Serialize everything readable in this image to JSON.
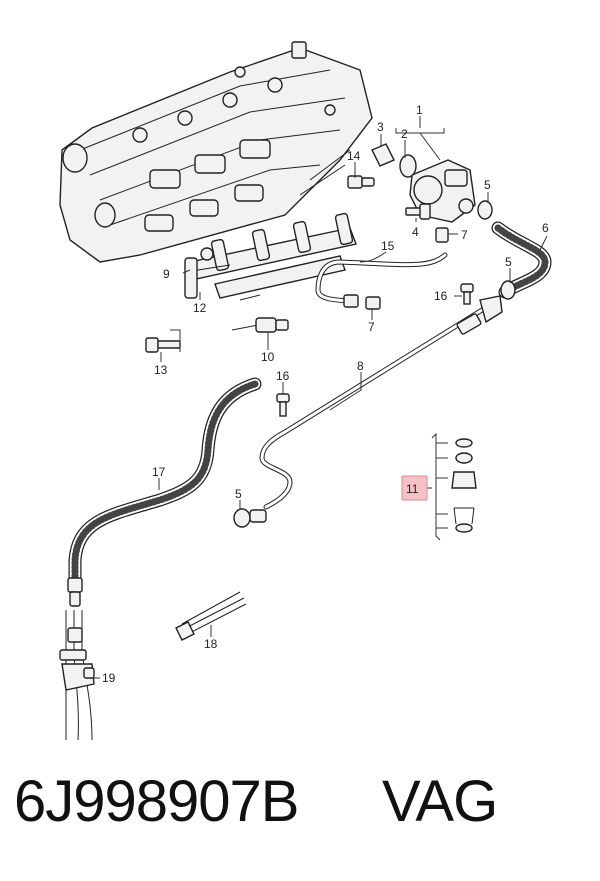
{
  "callouts": {
    "c1": "1",
    "c2": "2",
    "c3": "3",
    "c4": "4",
    "c5a": "5",
    "c5b": "5",
    "c5c": "5",
    "c6": "6",
    "c7a": "7",
    "c7b": "7",
    "c8": "8",
    "c9": "9",
    "c10": "10",
    "c11": "11",
    "c12": "12",
    "c13": "13",
    "c14": "14",
    "c15": "15",
    "c16a": "16",
    "c16b": "16",
    "c17": "17",
    "c18": "18",
    "c19": "19"
  },
  "highlight_color": "#f4c2c6",
  "footer": {
    "part_number": "6J998907B",
    "brand": "VAG"
  }
}
